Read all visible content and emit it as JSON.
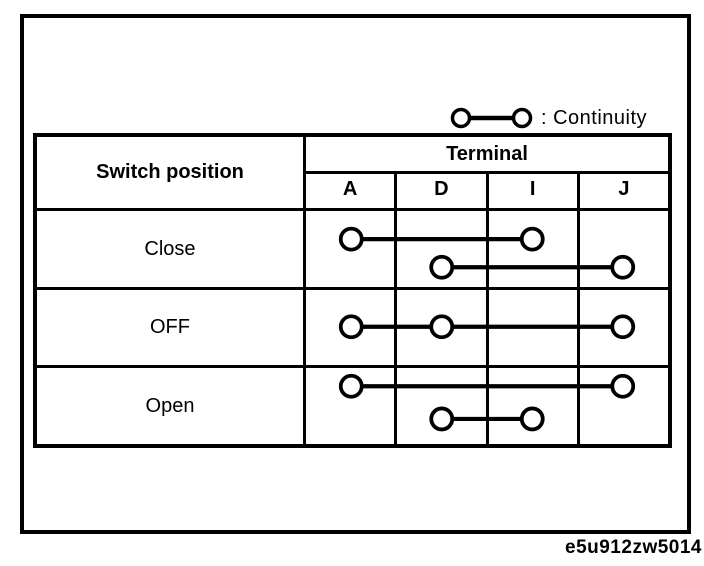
{
  "colors": {
    "ink": "#000000",
    "paper": "#ffffff"
  },
  "legend": {
    "symbol": "continuity-symbol",
    "label": ": Continuity"
  },
  "caption": "e5u912zw5014",
  "chart_data": {
    "type": "table",
    "title": "Switch continuity table",
    "corner_header": "Switch position",
    "group_header": "Terminal",
    "terminals": [
      "A",
      "D",
      "I",
      "J"
    ],
    "rows": [
      {
        "label": "Close",
        "lines": [
          {
            "terminals": [
              "A",
              "I"
            ],
            "y": 0.37
          },
          {
            "terminals": [
              "D",
              "J"
            ],
            "y": 0.74
          }
        ]
      },
      {
        "label": "OFF",
        "lines": [
          {
            "terminals": [
              "A",
              "D",
              "J"
            ],
            "y": 0.49
          }
        ]
      },
      {
        "label": "Open",
        "lines": [
          {
            "terminals": [
              "A",
              "J"
            ],
            "y": 0.24
          },
          {
            "terminals": [
              "D",
              "I"
            ],
            "y": 0.67
          }
        ]
      }
    ]
  }
}
